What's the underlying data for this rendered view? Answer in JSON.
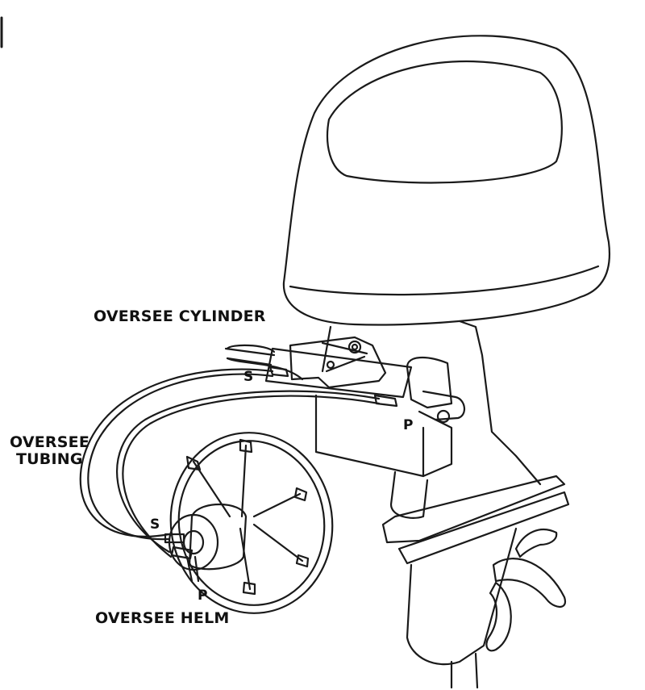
{
  "labels": {
    "cylinder": "OVERSEE CYLINDER",
    "tubing_line1": "OVERSEE",
    "tubing_line2": "TUBING",
    "helm": "OVERSEE HELM"
  },
  "ports": {
    "cylinder_starboard": "S",
    "cylinder_port": "P",
    "helm_starboard": "S",
    "helm_port": "P"
  },
  "colors": {
    "line": "#1a1a1a",
    "background": "#ffffff"
  }
}
